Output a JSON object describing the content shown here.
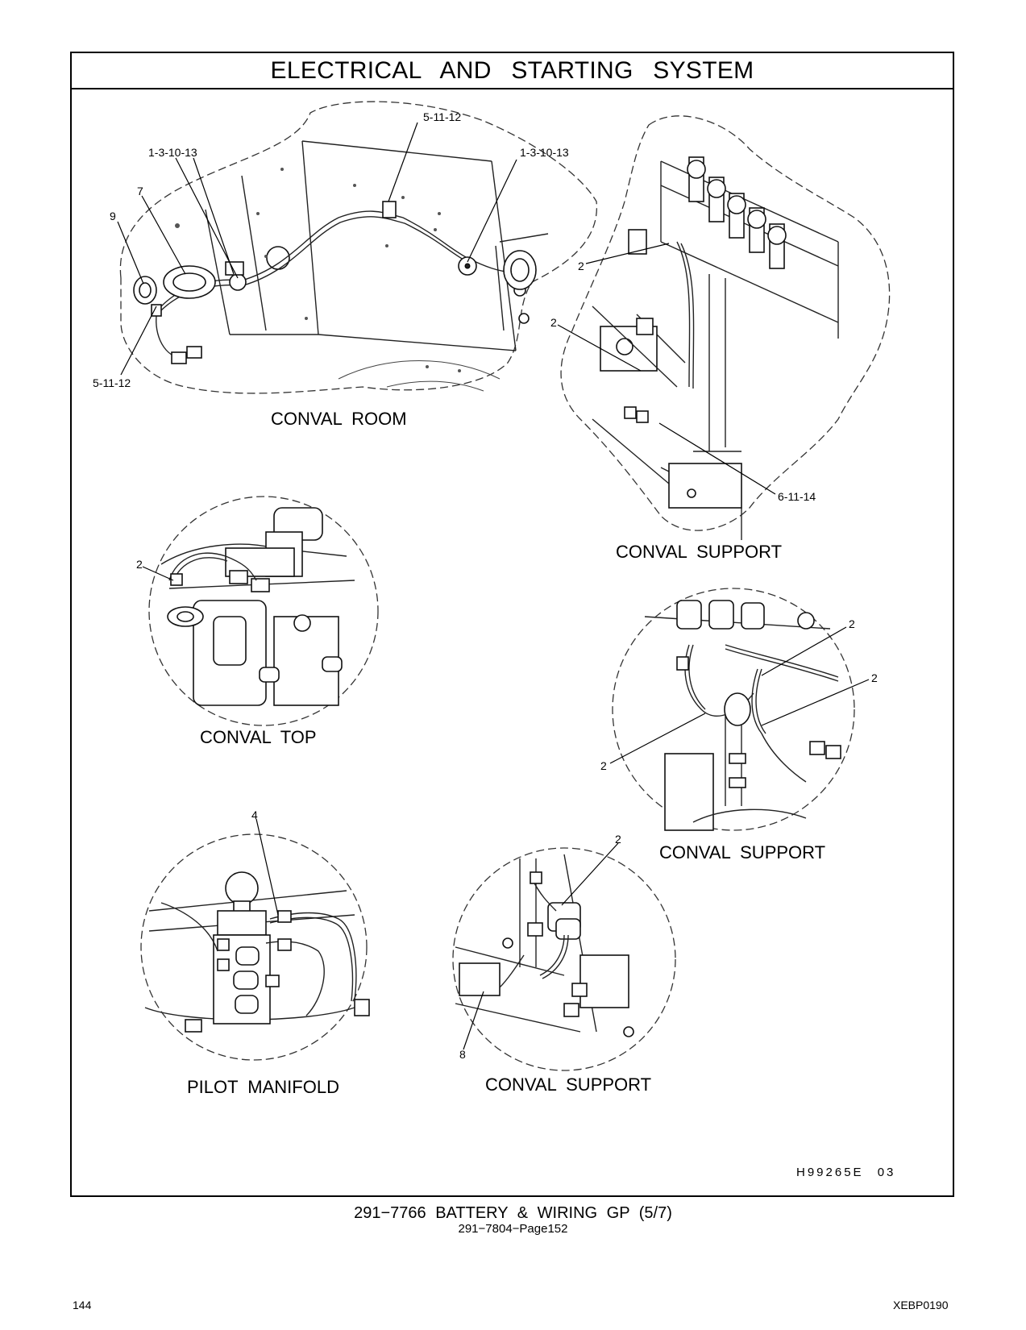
{
  "header": {
    "title": "ELECTRICAL AND STARTING SYSTEM"
  },
  "views": {
    "conval_room": {
      "caption": "CONVAL ROOM",
      "callouts": [
        "5-11-12",
        "1-3-10-13",
        "1-3-10-13",
        "7",
        "9",
        "5-11-12"
      ]
    },
    "conval_support_1": {
      "caption": "CONVAL SUPPORT",
      "callouts": [
        "2",
        "2",
        "6-11-14"
      ]
    },
    "conval_top": {
      "caption": "CONVAL TOP",
      "callouts": [
        "2"
      ]
    },
    "conval_support_2": {
      "caption": "CONVAL SUPPORT",
      "callouts": [
        "2",
        "2",
        "2"
      ]
    },
    "pilot_manifold": {
      "caption": "PILOT MANIFOLD",
      "callouts": [
        "4"
      ]
    },
    "conval_support_3": {
      "caption": "CONVAL SUPPORT",
      "callouts": [
        "2",
        "8"
      ]
    }
  },
  "illustration_id": "H99265E 03",
  "footer": {
    "group_title": "291−7766 BATTERY & WIRING GP (5/7)",
    "sub_title": "291−7804−Page152",
    "page_number": "144",
    "doc_code": "XEBP0190"
  }
}
